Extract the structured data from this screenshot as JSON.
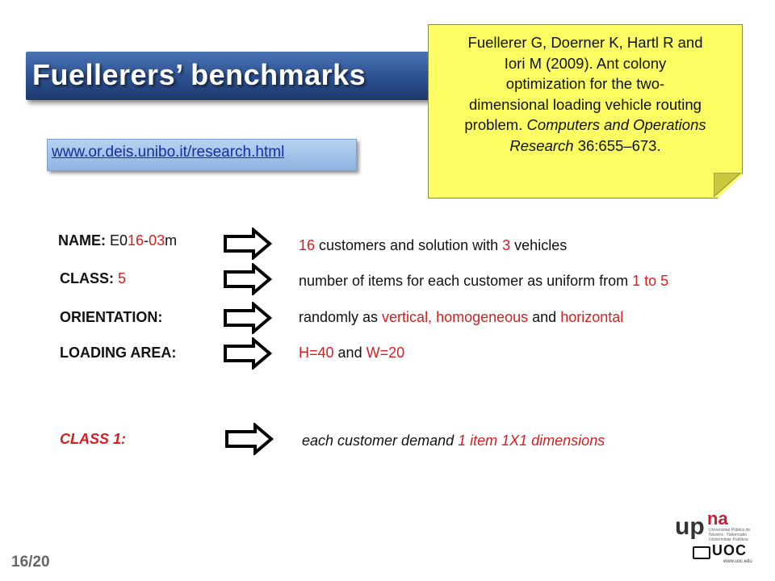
{
  "title": "Fuellerers’ benchmarks",
  "reference": {
    "line1": "Fuellerer G, Doerner K, Hartl R and",
    "line2": "Iori M (2009).  Ant colony",
    "line3": "optimization for the two-",
    "line4": "dimensional loading vehicle routing",
    "line5_pre": "problem. ",
    "line5_ital": "Computers and Operations",
    "line6_ital": "Research",
    "line6_post": " 36:655–673."
  },
  "link": "www.or.deis.unibo.it/research.html",
  "rows": {
    "name": {
      "label": "NAME:",
      "v1": "E0",
      "v2": "16",
      "v3": "-",
      "v4": "03",
      "v5": "m",
      "d1": "16",
      "d2": " customers and solution with ",
      "d3": "3",
      "d4": " vehicles"
    },
    "class": {
      "label": "CLASS:",
      "value": "5",
      "d1": "number of items for each customer as uniform from ",
      "d2": "1 to 5"
    },
    "orientation": {
      "label": "ORIENTATION:",
      "d1": "randomly as ",
      "d2": "vertical, homogeneous",
      "d3": " and ",
      "d4": "horizontal"
    },
    "loading": {
      "label": "LOADING AREA:",
      "d1": "H=40",
      "d2": " and ",
      "d3": "W=20"
    },
    "class1": {
      "label": "CLASS 1:",
      "d1": "each customer demand ",
      "d2": "1 item 1X1 dimensions"
    }
  },
  "page_number": "16/20",
  "logos": {
    "upna_up": "up",
    "upna_na": "na",
    "upna_small": "Universidad Pública de Navarra · Nafarroako Unibertsitate Publikoa",
    "uoc": "UOC",
    "uoc_sub": "www.uoc.edu"
  },
  "colors": {
    "accent_red": "#d21f1f",
    "title_blue": "#2b4f8e",
    "note_yellow": "#fcfd62"
  }
}
